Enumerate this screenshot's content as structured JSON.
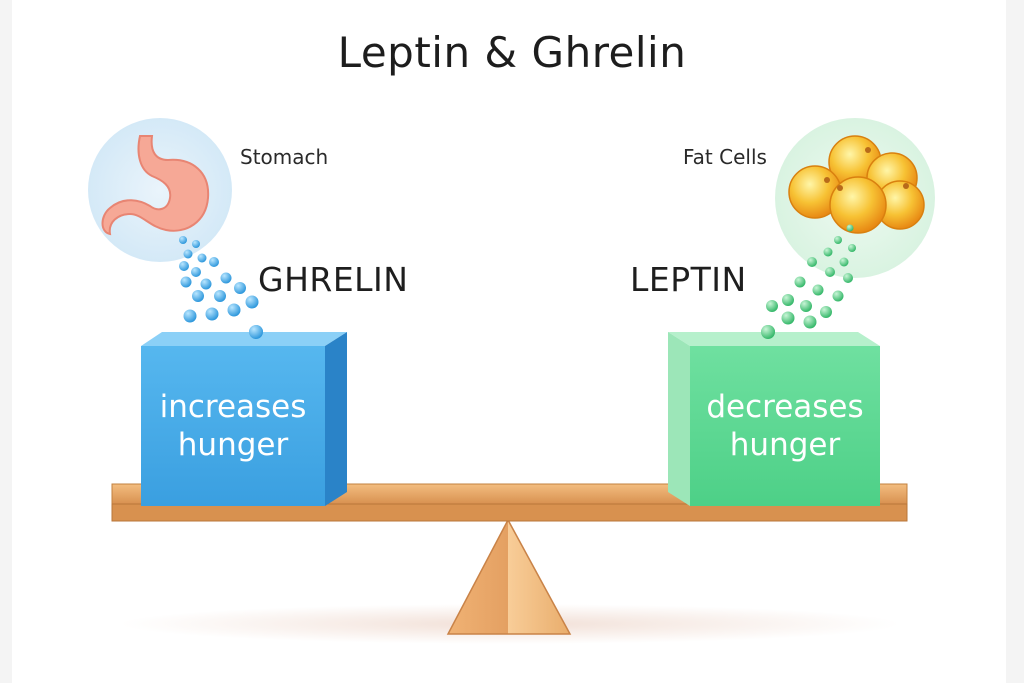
{
  "title": "Leptin & Ghrelin",
  "left": {
    "source_label": "Stomach",
    "hormone": "GHRELIN",
    "effect_line1": "increases",
    "effect_line2": "hunger",
    "color": "#3fa6e4"
  },
  "right": {
    "source_label": "Fat Cells",
    "hormone": "LEPTIN",
    "effect_line1": "decreases",
    "effect_line2": "hunger",
    "color": "#49d183"
  },
  "icons": {
    "stomach": "stomach-icon",
    "fat_cells": "fat-cells-icon",
    "scale": "balance-scale-icon"
  }
}
